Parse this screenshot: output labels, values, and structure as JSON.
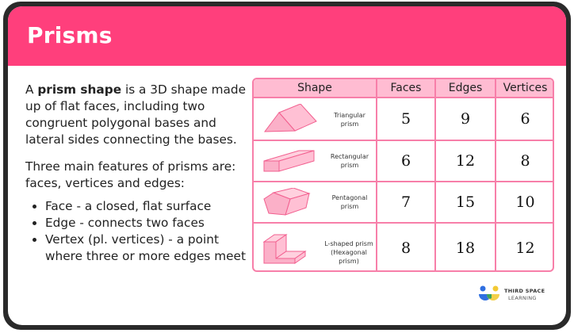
{
  "header": {
    "title": "Prisms",
    "background_color": "#ff3f7c"
  },
  "intro": {
    "pre": "A ",
    "bold": "prism shape",
    "post": " is a 3D shape made up of flat faces, including two congruent polygonal bases and lateral sides connecting the bases."
  },
  "features": {
    "intro": "Three main features of prisms are: faces, vertices and edges:",
    "items": [
      "Face - a closed, flat surface",
      "Edge - connects two faces",
      "Vertex (pl. vertices) - a point where three or more edges meet"
    ]
  },
  "table": {
    "border_color": "#f77fa9",
    "header_color": "#ffbcd2",
    "columns": [
      "Shape",
      "Faces",
      "Edges",
      "Vertices"
    ],
    "rows": [
      {
        "shape": "Triangular prism",
        "label_line1": "Triangular",
        "label_line2": "prism",
        "icon": "triangular-prism-icon",
        "faces": "5",
        "edges": "9",
        "vertices": "6"
      },
      {
        "shape": "Rectangular prism",
        "label_line1": "Rectangular",
        "label_line2": "prism",
        "icon": "rectangular-prism-icon",
        "faces": "6",
        "edges": "12",
        "vertices": "8"
      },
      {
        "shape": "Pentagonal prism",
        "label_line1": "Pentagonal",
        "label_line2": "prism",
        "icon": "pentagonal-prism-icon",
        "faces": "7",
        "edges": "15",
        "vertices": "10"
      },
      {
        "shape": "L-shaped prism (Hexagonal prism)",
        "label_line1": "L-shaped prism",
        "label_line2": "(Hexagonal prism)",
        "icon": "l-shaped-prism-icon",
        "faces": "8",
        "edges": "18",
        "vertices": "12"
      }
    ]
  },
  "logo": {
    "line1": "THIRD SPACE",
    "line2": "LEARNING"
  }
}
